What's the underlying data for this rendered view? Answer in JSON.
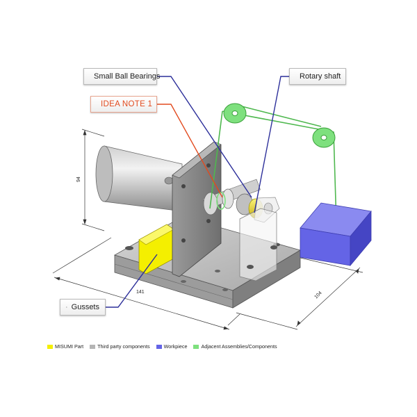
{
  "callouts": {
    "small_ball_bearings": "Small Ball Bearings",
    "rotary_shaft": "Rotary shaft",
    "idea_note": "IDEA NOTE 1",
    "gussets": "Gussets"
  },
  "dimensions": {
    "height": "94",
    "length": "141",
    "width": "104"
  },
  "legend": [
    {
      "label": "MISUMI Part",
      "color": "#f4ef00"
    },
    {
      "label": "Third party components",
      "color": "#b5b5b5"
    },
    {
      "label": "Workpiece",
      "color": "#6464e6"
    },
    {
      "label": "Adjacent Assemblies/Components",
      "color": "#7ee07e"
    }
  ],
  "colors": {
    "leader_blue": "#2c2f9a",
    "leader_red": "#e24a1e",
    "misumi_yellow": "#f4ef00",
    "workpiece": "#6464e6",
    "adjacent": "#7ee07e"
  }
}
